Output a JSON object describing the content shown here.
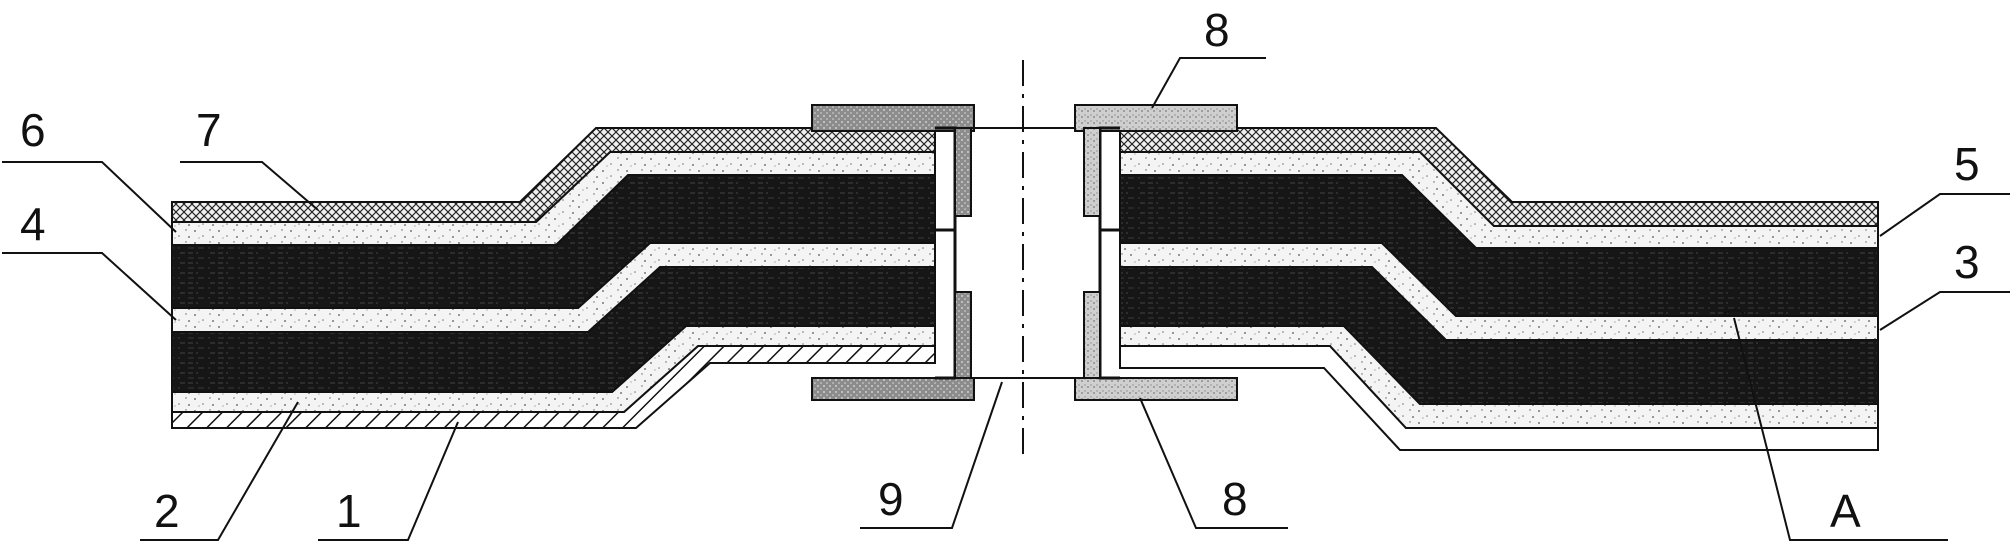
{
  "labels": {
    "l1": "1",
    "l2": "2",
    "l3": "3",
    "l4": "4",
    "l5": "5",
    "l6": "6",
    "l7": "7",
    "l8_top": "8",
    "l8_bottom": "8",
    "l9": "9",
    "lA": "A"
  },
  "colors": {
    "ink": "#111111",
    "white": "#ffffff",
    "dark_layer": "#1a1a1a",
    "speckle_layer": "#f3f3f3",
    "cover_layer": "#3a3a3a",
    "pad": "#9a9a9a"
  }
}
